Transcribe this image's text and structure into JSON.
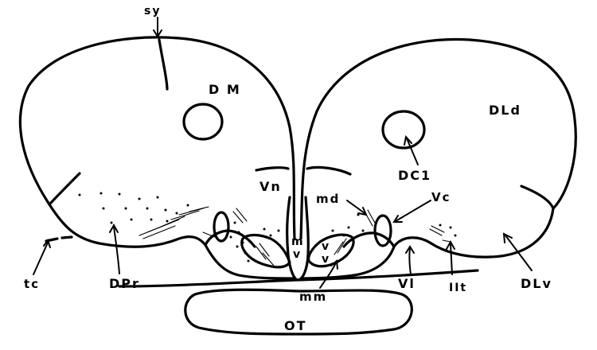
{
  "labels": {
    "sy": "sy",
    "dm": "D M",
    "dld": "DLd",
    "dc1": "DC1",
    "vn": "Vn",
    "md": "md",
    "vc": "Vc",
    "mv": "m v",
    "vv": "v v",
    "tc": "tc",
    "dpr": "DPr",
    "vl": "Vl",
    "iit": "IIt",
    "dlv": "DLv",
    "mm": "mm",
    "ot": "OT"
  }
}
